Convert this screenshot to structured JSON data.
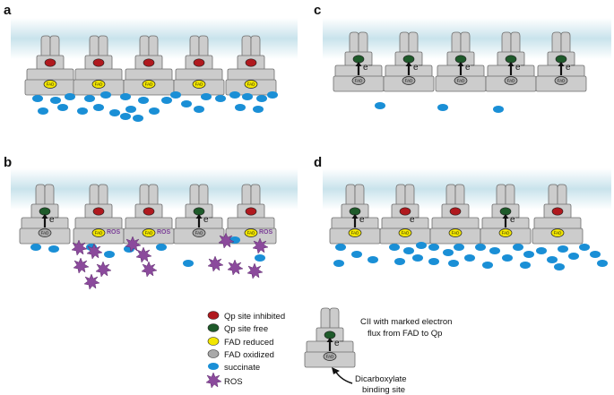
{
  "panels": [
    {
      "label": "a",
      "fad": [
        "FAD",
        "FAD",
        "FAD",
        "FAD",
        "FAD"
      ]
    },
    {
      "label": "b",
      "fad": [
        "FAD",
        "FAD",
        "FAD",
        "FAD",
        "FAD"
      ],
      "ros_tag": "ROS"
    },
    {
      "label": "c",
      "fad": [
        "FAD",
        "FAD",
        "FAD",
        "FAD",
        "FAD"
      ]
    },
    {
      "label": "d",
      "fad": [
        "FAD",
        "FAD",
        "FAD",
        "FAD",
        "FAD"
      ]
    }
  ],
  "electron_label": "e⁻",
  "legend": {
    "items": [
      {
        "key": "qp-inhibited",
        "label": "Qp site inhibited"
      },
      {
        "key": "qp-free",
        "label": "Qp site free"
      },
      {
        "key": "fad-reduced",
        "label": "FAD reduced"
      },
      {
        "key": "fad-oxidized",
        "label": "FAD oxidized"
      },
      {
        "key": "succinate",
        "label": "succinate"
      },
      {
        "key": "ros",
        "label": "ROS"
      }
    ],
    "badge_fad": "FAD",
    "cii_caption_line1": "CII with marked electron",
    "cii_caption_line2": "flux from FAD to Qp",
    "binding_line1": "Dicarboxylate",
    "binding_line2": "binding site"
  },
  "colors": {
    "membrane": "#c9e3ec",
    "protein": "#cccccc",
    "protein_stroke": "#6e6e6e",
    "qp_inhibited": "#b0191e",
    "qp_free": "#1e5a2a",
    "fad_reduced": "#f2e600",
    "fad_oxidized": "#a9a9a9",
    "succinate": "#1a8fd6",
    "ros": "#8b4a9c"
  }
}
